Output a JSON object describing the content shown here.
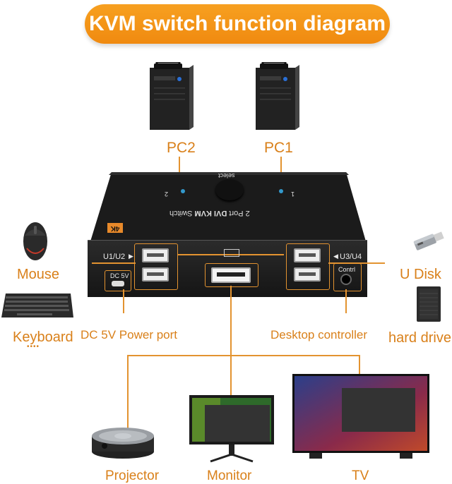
{
  "title": "KVM switch function diagram",
  "pcs": {
    "pc2": "PC2",
    "pc1": "PC1"
  },
  "kvm": {
    "top_label_pre": "2 Port ",
    "top_label_bold": "DVI KVM",
    "top_label_post": " Switch",
    "select_label": "select",
    "num_1": "1",
    "num_2": "2",
    "badge": "4K",
    "left_usb_label": "U1/U2",
    "right_usb_label": "U3/U4",
    "dc_label": "DC 5V",
    "contrl_label": "Contrl"
  },
  "labels": {
    "mouse": "Mouse",
    "keyboard": "Keyboard",
    "keyboard_dots": "••••",
    "dc_port": "DC 5V Power port",
    "desktop_controller": "Desktop controller",
    "u_disk": "U  Disk",
    "hard_drive": "hard drive",
    "projector": "Projector",
    "monitor": "Monitor",
    "tv": "TV"
  },
  "colors": {
    "accent": "#f08a10",
    "label": "#d9801a",
    "line": "#e39330"
  }
}
